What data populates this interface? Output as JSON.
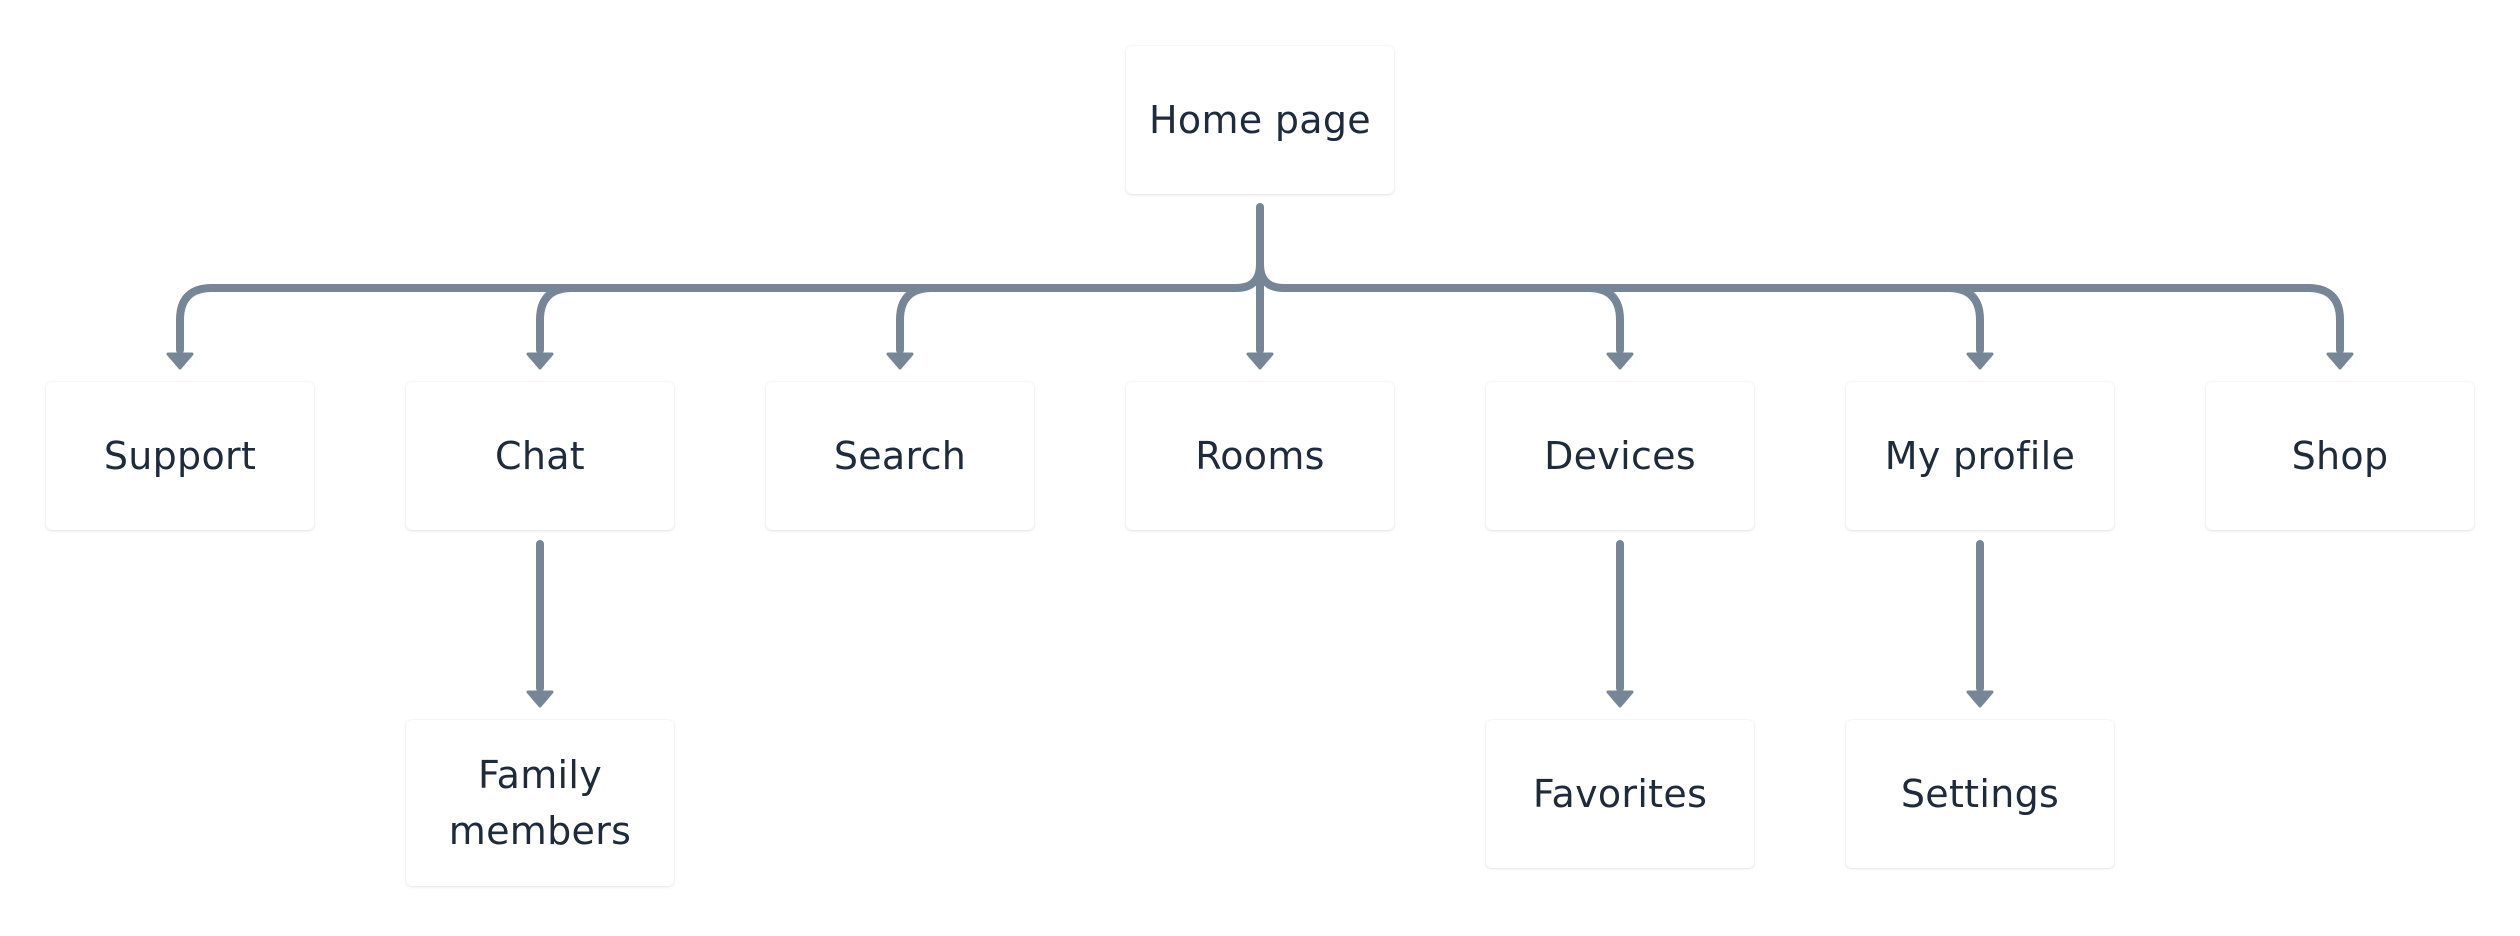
{
  "diagram": {
    "root": {
      "label": "Home page"
    },
    "level1": [
      {
        "label": "Support"
      },
      {
        "label": "Chat"
      },
      {
        "label": "Search"
      },
      {
        "label": "Rooms"
      },
      {
        "label": "Devices"
      },
      {
        "label": "My profile"
      },
      {
        "label": "Shop"
      }
    ],
    "level2": {
      "chat": {
        "label": "Family members"
      },
      "devices": {
        "label": "Favorites"
      },
      "my_profile": {
        "label": "Settings"
      }
    },
    "colors": {
      "connector": "#768696",
      "node_text": "#1e2b3c",
      "node_background": "#ffffff"
    }
  }
}
